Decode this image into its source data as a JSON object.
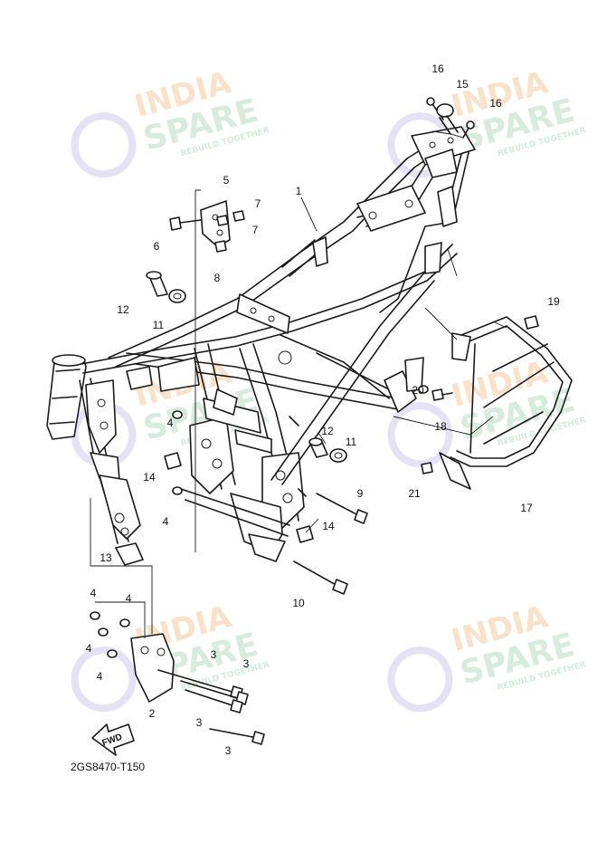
{
  "diagram": {
    "code": "2GS8470-T150",
    "fwd_label": "FWD"
  },
  "watermark": {
    "line1": "INDIA",
    "line2": "SPARE",
    "tagline": "REBUILD TOGETHER",
    "color_primary": "#f5c9a0",
    "color_secondary": "#b9ddc4",
    "icon_color": "#c9c6ea"
  },
  "callouts": [
    "1",
    "2",
    "3",
    "3",
    "3",
    "3",
    "4",
    "4",
    "4",
    "4",
    "4",
    "4",
    "5",
    "6",
    "7",
    "7",
    "8",
    "9",
    "10",
    "11",
    "11",
    "12",
    "12",
    "13",
    "14",
    "14",
    "15",
    "16",
    "16",
    "17",
    "18",
    "19",
    "20",
    "21"
  ]
}
